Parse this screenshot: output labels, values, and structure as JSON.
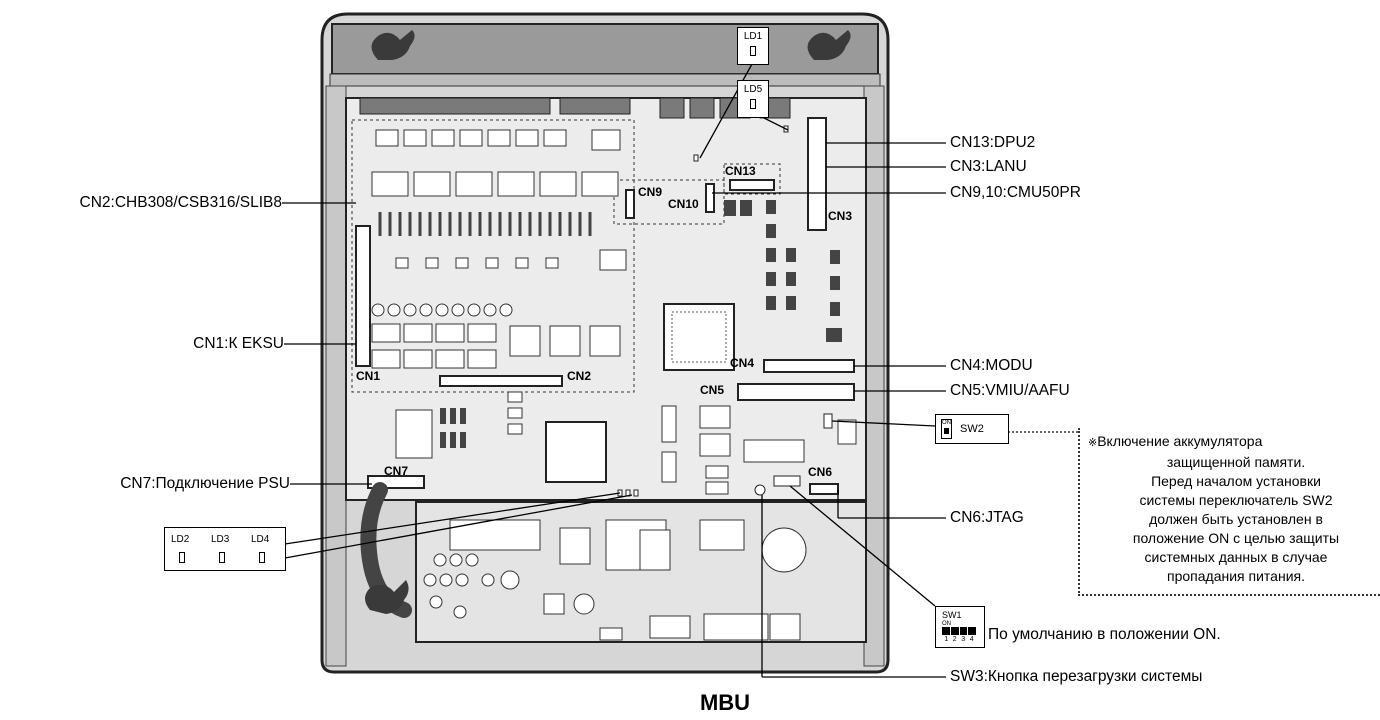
{
  "diagram": {
    "title": "MBU",
    "callouts_left": {
      "cn2": "CN2:CHB308/CSB316/SLIB8",
      "cn1": "CN1:К EKSU",
      "cn7": "CN7:Подключение PSU"
    },
    "callouts_right": {
      "cn13": "CN13:DPU2",
      "cn3": "CN3:LANU",
      "cn9_10": "CN9,10:CMU50PR",
      "cn4": "CN4:MODU",
      "cn5": "CN5:VMIU/AAFU",
      "cn6": "CN6:JTAG",
      "sw3": "SW3:Кнопка перезагрузки системы"
    },
    "board_connector_labels": {
      "cn1": "CN1",
      "cn2": "CN2",
      "cn3": "CN3",
      "cn4": "CN4",
      "cn5": "CN5",
      "cn6": "CN6",
      "cn7": "CN7",
      "cn9": "CN9",
      "cn10": "CN10",
      "cn13": "CN13"
    },
    "leds": {
      "ld1": "LD1",
      "ld5": "LD5",
      "ld2": "LD2",
      "ld3": "LD3",
      "ld4": "LD4"
    },
    "switches": {
      "sw2_label": "SW2",
      "sw1_label": "SW1",
      "on_label": "ON",
      "sw1_positions": [
        "1",
        "2",
        "3",
        "4"
      ],
      "sw1_default": "По умолчанию в положении  ON."
    },
    "note": {
      "mark": "※",
      "first_line": "Включение аккумулятора",
      "lines": [
        "защищенной памяти.",
        "Перед началом установки",
        "системы переключатель SW2",
        "должен быть установлен в",
        "положение ON с целью защиты",
        "системных данных в случае",
        "пропадания питания."
      ]
    }
  }
}
